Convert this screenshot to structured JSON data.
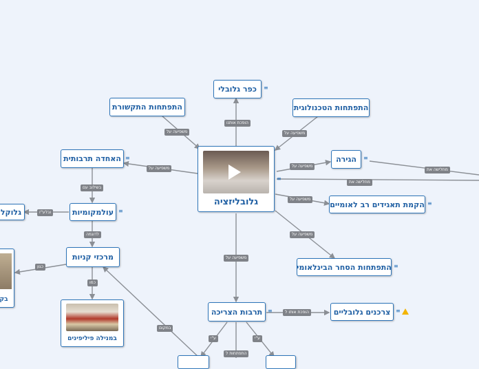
{
  "nodes": {
    "center": "גלובליזציה",
    "global_village": "כפר גלובלי",
    "communication": "התפתחות  התקשורת",
    "technology": "התפתחות הטכנולוגית",
    "cultural_unity": "האחדה תרבותית",
    "migration": "הגירה",
    "multinational": "הקמת תאגידים רב לאומיים",
    "intl_trade": "התפתחות הסחר הבינלאומי",
    "glocalism": "עולמקומיות",
    "glocal_partial": "גלוקל",
    "malls": "מרכזי קניות",
    "philippines": "במנילה פיליפינים",
    "partial_left": "בק",
    "consumer_culture": "תרבות הצריכה",
    "global_consumers": "צרכנים גלובליים"
  },
  "edges": {
    "affects": "משפיעה על",
    "causes": "הופכת אותנו",
    "attaches": "מחלישה את",
    "combine": "בשילוב עם",
    "example": "לדוגמה",
    "like": "כגון",
    "such_as": "כמו",
    "place": "במקום",
    "via": "ע\"י",
    "creates": "הופכת אותו ל",
    "develops": "התפתחות ל",
    "ki": "ע\"י",
    "local": "ובלע\"ז"
  },
  "colors": {
    "edge": "#8b8f95",
    "node_border": "#2d74b8",
    "node_text": "#1f5fa3",
    "label_bg": "#7f8288"
  },
  "icons": {
    "notes": "notes-icon",
    "play": "play-icon",
    "drive": "drive-icon"
  }
}
